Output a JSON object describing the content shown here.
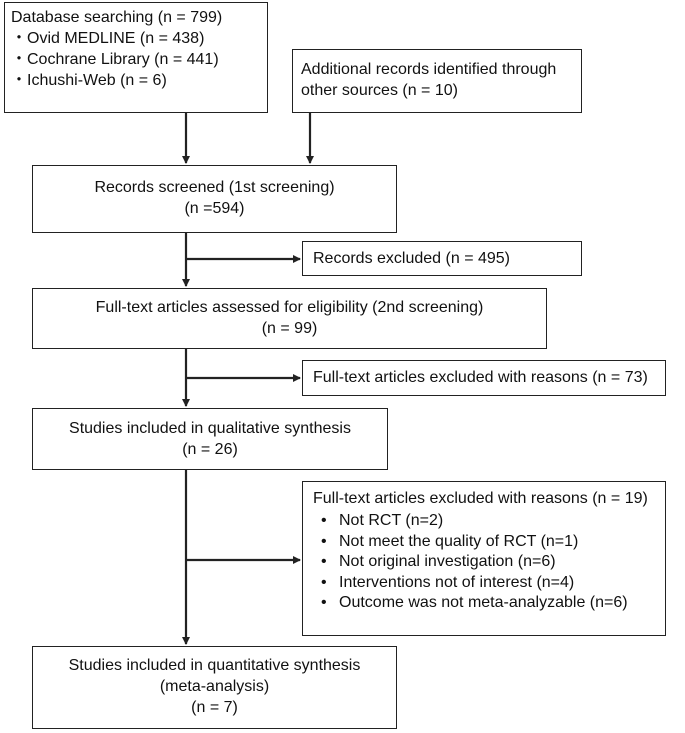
{
  "boxes": {
    "database": {
      "title": "Database searching (n = 799)",
      "lines": [
        "・Ovid MEDLINE (n = 438)",
        "・Cochrane Library (n = 441)",
        "・Ichushi-Web (n = 6)"
      ]
    },
    "additional": {
      "lines": [
        "Additional records identified through",
        "other sources (n = 10)"
      ]
    },
    "screened": {
      "lines": [
        "Records screened (1st screening)",
        "(n =594)"
      ]
    },
    "excluded1": {
      "lines": [
        "Records excluded (n = 495)"
      ]
    },
    "fulltext": {
      "lines": [
        "Full-text articles assessed for eligibility (2nd screening)",
        "(n = 99)"
      ]
    },
    "excluded2": {
      "lines": [
        "Full-text articles excluded with reasons (n = 73)"
      ]
    },
    "qualitative": {
      "lines": [
        "Studies included in qualitative synthesis",
        "(n = 26)"
      ]
    },
    "excluded3": {
      "title": "Full-text articles excluded with reasons (n = 19)",
      "items": [
        "Not RCT (n=2)",
        "Not meet the quality of RCT (n=1)",
        "Not original investigation (n=6)",
        "Interventions not of interest (n=4)",
        "Outcome was not meta-analyzable (n=6)"
      ]
    },
    "quantitative": {
      "lines": [
        "Studies included in quantitative synthesis",
        "(meta-analysis)",
        "(n = 7)"
      ]
    }
  }
}
